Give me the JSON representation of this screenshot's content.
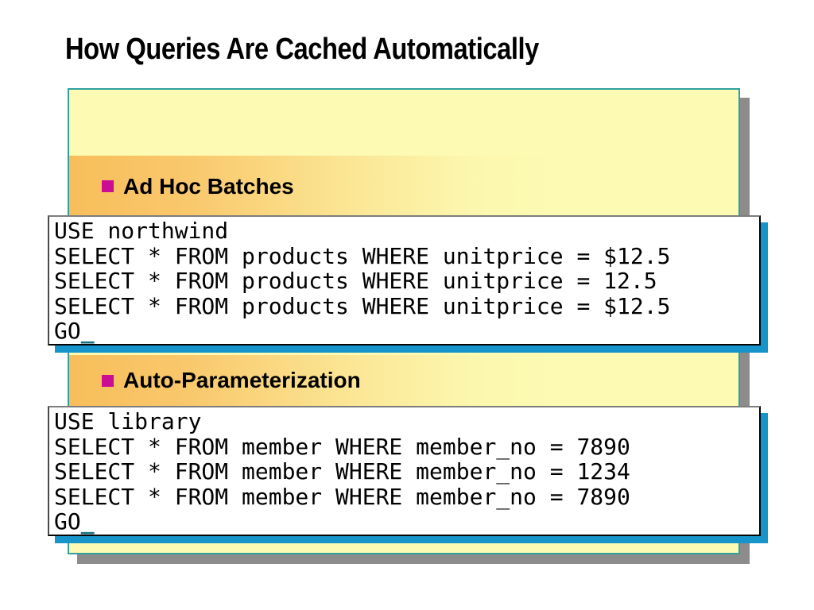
{
  "slide": {
    "title": "How Queries Are Cached Automatically",
    "bullets": [
      {
        "label": "Ad Hoc Batches",
        "bullet_icon": "square-bullet-icon"
      },
      {
        "label": "Auto-Parameterization",
        "bullet_icon": "square-bullet-icon"
      }
    ],
    "code_blocks": [
      {
        "lines": [
          "USE northwind",
          "SELECT * FROM products WHERE unitprice = $12.5",
          "SELECT * FROM products WHERE unitprice = 12.5",
          "SELECT * FROM products WHERE unitprice = $12.5",
          "GO"
        ],
        "cursor": "_"
      },
      {
        "lines": [
          "USE library",
          "SELECT * FROM member WHERE member_no = 7890",
          "SELECT * FROM member WHERE member_no = 1234",
          "SELECT * FROM member WHERE member_no = 7890",
          "GO"
        ],
        "cursor": "_"
      }
    ],
    "colors": {
      "panel_fill": "#FCFAB3",
      "panel_border_teal": "#2FA0A0",
      "panel_shadow_gray": "#8C8C8C",
      "band_gradient_left_orange": "#F8BE5B",
      "bullet_magenta": "#CC0D94",
      "code_box_fill": "#FFFFFF",
      "code_box_shadow_blue": "#1794CA",
      "cursor_teal": "#156F82",
      "title_color": "#000000"
    }
  }
}
